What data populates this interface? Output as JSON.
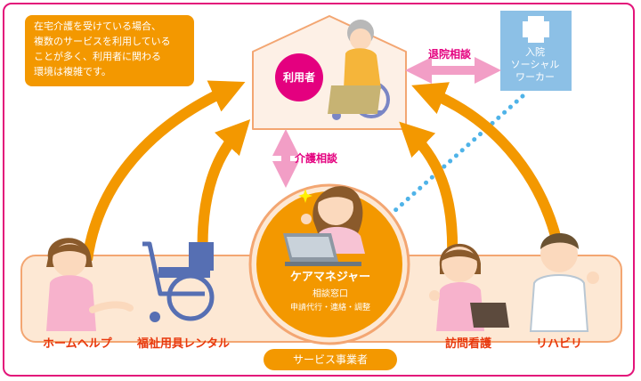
{
  "note": {
    "lines": [
      "在宅介護を受けている場合、",
      "複数のサービスを利用している",
      "ことが多く、利用者に関わる",
      "環境は複雑です。"
    ]
  },
  "user_label": "利用者",
  "discharge_consult": "退院相談",
  "hospital": {
    "lines": [
      "入院",
      "ソーシャル",
      "ワーカー"
    ]
  },
  "care_consult": "介護相談",
  "care_manager": {
    "title": "ケアマネジャー",
    "subtitle": "相談窓口",
    "duties": "申請代行・連絡・調整"
  },
  "services": {
    "home_help": "ホームヘルプ",
    "equipment_rental": "福祉用具レンタル",
    "visiting_nursing": "訪問看護",
    "rehab": "リハビリ"
  },
  "providers_label": "サービス事業者",
  "colors": {
    "magenta": "#e4007f",
    "orange": "#f39800",
    "dark_orange": "#e8380d",
    "peach": "#fde8d4",
    "pink_arrow": "#f29ec6",
    "blue_dots": "#4fb3e8",
    "hospital_blue": "#8cc0e6"
  },
  "icons": [
    "hospital-cross-icon",
    "wheelchair-icon",
    "laptop-icon",
    "sparkle-icon"
  ]
}
